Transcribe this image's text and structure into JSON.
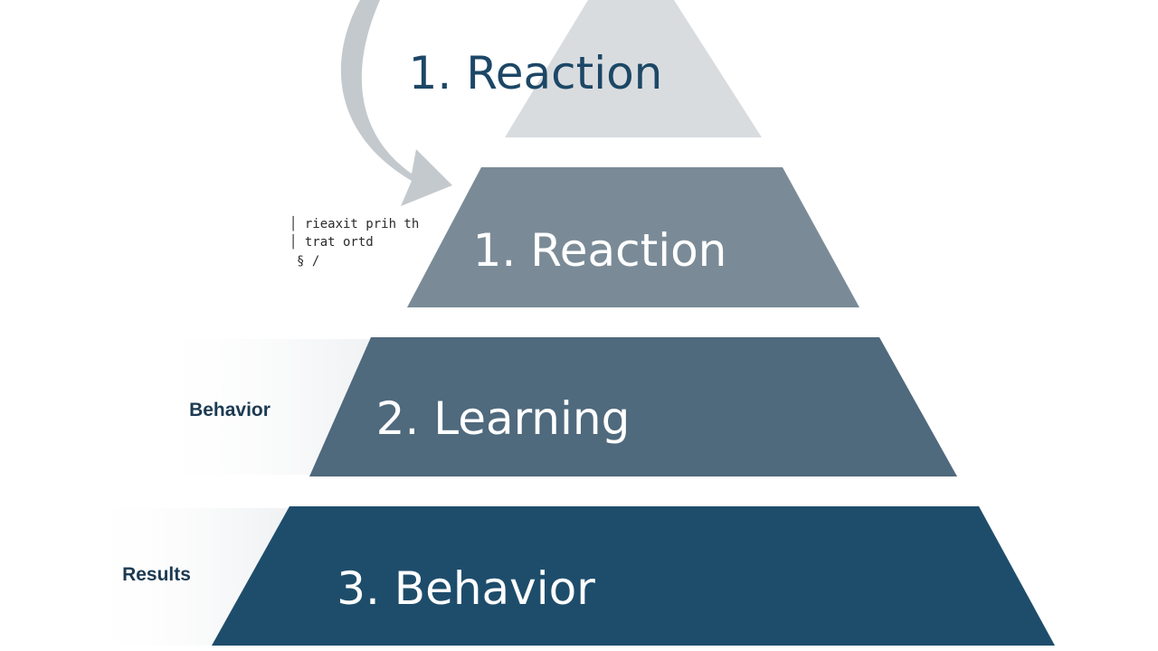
{
  "diagram": {
    "tiers": [
      {
        "label": "1. Reaction",
        "fill": "#d9dcdf",
        "text_color": "#1c4766"
      },
      {
        "label": "1. Reaction",
        "fill": "#7a8b97",
        "text_color": "#ffffff"
      },
      {
        "label": "2. Learning",
        "fill": "#4f697d",
        "text_color": "#ffffff"
      },
      {
        "label": "3. Behavior",
        "fill": "#1e4d6b",
        "text_color": "#ffffff"
      }
    ],
    "side_labels": [
      {
        "text": "Behavior",
        "color": "#1c3a52"
      },
      {
        "text": "Results",
        "color": "#1c3a52"
      }
    ],
    "annotation": {
      "lines": [
        "│ rieaxit prih th",
        "│ trat ortd",
        "§ /"
      ]
    },
    "arrow": {
      "color": "#c4c9cd",
      "icon": "curved-arrow-icon"
    }
  }
}
